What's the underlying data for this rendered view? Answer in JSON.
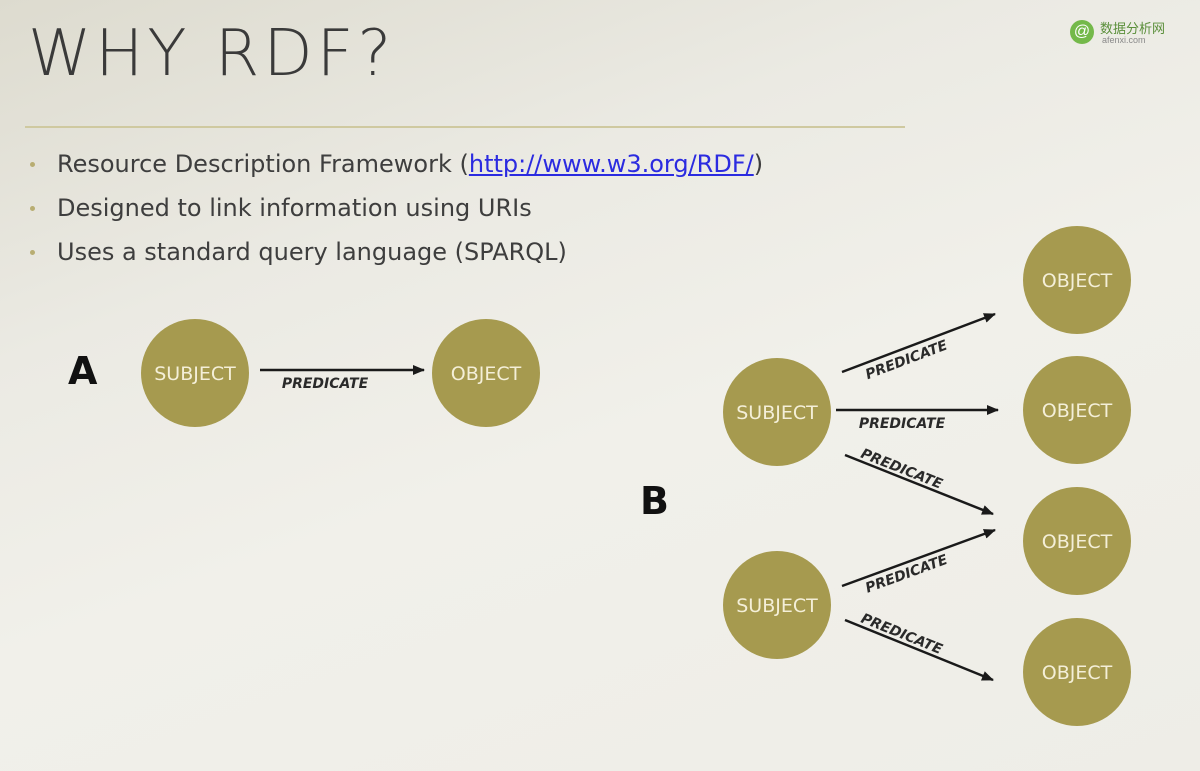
{
  "slide": {
    "title": "WHY RDF?",
    "bullets": [
      {
        "text_before": "Resource Description Framework (",
        "link": "http://www.w3.org/RDF/",
        "text_after": ")"
      },
      {
        "text_before": "Designed to link information using URIs",
        "link": "",
        "text_after": ""
      },
      {
        "text_before": "Uses a standard query language (SPARQL)",
        "link": "",
        "text_after": ""
      }
    ]
  },
  "watermark": {
    "brand": "数据分析网",
    "url": "afenxi.com",
    "logo_glyph": "@"
  },
  "diagram": {
    "colors": {
      "node": "#a69a4f",
      "node_text": "#f4efd8",
      "arrow": "#1a1a1a",
      "rule": "#cfc9a0"
    },
    "a": {
      "label": "A",
      "subject": "SUBJECT",
      "object": "OBJECT",
      "predicate": "PREDICATE"
    },
    "b": {
      "label": "B",
      "subjects": [
        "SUBJECT",
        "SUBJECT"
      ],
      "objects": [
        "OBJECT",
        "OBJECT",
        "OBJECT",
        "OBJECT"
      ],
      "predicates": [
        "PREDICATE",
        "PREDICATE",
        "PREDICATE",
        "PREDICATE",
        "PREDICATE"
      ]
    }
  }
}
